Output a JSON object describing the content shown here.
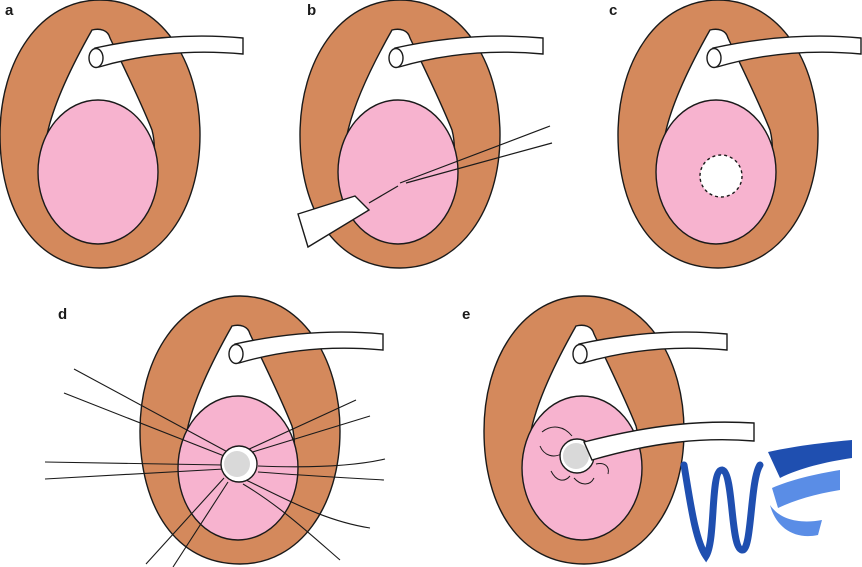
{
  "panels": [
    {
      "id": "a",
      "label": "a"
    },
    {
      "id": "b",
      "label": "b"
    },
    {
      "id": "c",
      "label": "c"
    },
    {
      "id": "d",
      "label": "d"
    },
    {
      "id": "e",
      "label": "e"
    }
  ],
  "colors": {
    "outer_ring": "#d4895c",
    "inner_disc": "#f7b3cf",
    "outline": "#1a1a1a",
    "graft": "#d9d9d9",
    "logo_dark_blue": "#1f4fb0",
    "logo_light_blue": "#5a8de6"
  },
  "icons": [
    "tube-icon",
    "needle-icon",
    "logo-mark"
  ]
}
